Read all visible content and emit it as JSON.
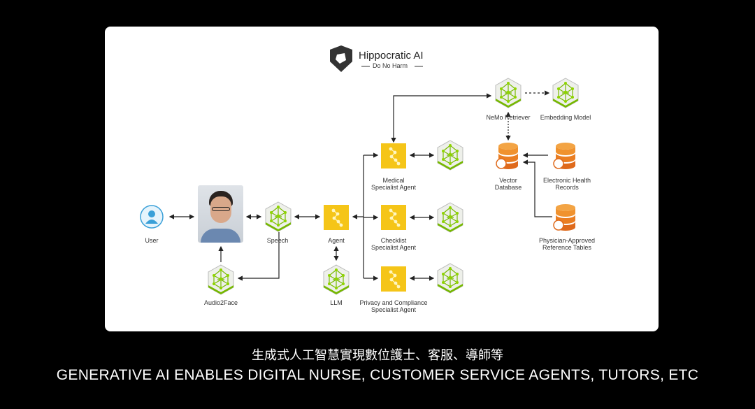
{
  "header": {
    "brand": "Hippocratic AI",
    "tagline": "Do No Harm"
  },
  "nodes": {
    "user": "User",
    "speech": "Speech",
    "audio2face": "Audio2Face",
    "agent": "Agent",
    "llm": "LLM",
    "medical_l1": "Medical",
    "medical_l2": "Specialist Agent",
    "checklist_l1": "Checklist",
    "checklist_l2": "Specialist Agent",
    "privacy_l1": "Privacy and Compliance",
    "privacy_l2": "Specialist Agent",
    "nemo": "NeMo Retriever",
    "embedding": "Embedding Model",
    "vector_l1": "Vector",
    "vector_l2": "Database",
    "ehr_l1": "Electronic Health",
    "ehr_l2": "Records",
    "phys_l1": "Physician-Approved",
    "phys_l2": "Reference Tables"
  },
  "subtitles": {
    "chinese": "生成式人工智慧實現數位護士、客服、導師等",
    "english": "GENERATIVE AI ENABLES DIGITAL NURSE, CUSTOMER SERVICE AGENTS, TUTORS, ETC"
  },
  "colors": {
    "nim_green": "#76b900",
    "agent_yellow": "#f5c518",
    "db_orange": "#e8832a"
  }
}
